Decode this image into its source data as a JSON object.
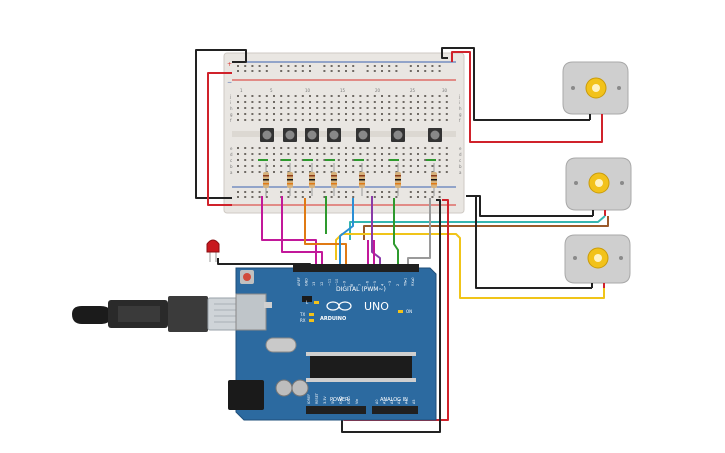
{
  "colors": {
    "background": "#ffffff",
    "breadboard": "#e9e6e2",
    "rail_red": "#d9302b",
    "rail_blue": "#3b62b0",
    "arduino_board": "#2c6aa0",
    "arduino_dark": "#1f4f7a",
    "header_black": "#202020",
    "motor_body": "#cfcfcf",
    "motor_gear": "#f2c21b",
    "wire_black": "#222222",
    "wire_red": "#d0222b",
    "wire_magenta": "#c2189a",
    "wire_orange": "#e07a14",
    "wire_green": "#2e9a2e",
    "wire_blue": "#2a8fd6",
    "wire_cyan": "#36b6b0",
    "wire_brown": "#9a5a2a",
    "wire_yellow": "#f0c419",
    "wire_purple": "#8a3aa8",
    "wire_gray": "#9a9a9a",
    "led_red": "#c8181e",
    "button_gray": "#888888"
  },
  "breadboard": {
    "column_numbers": [
      "1",
      "5",
      "10",
      "15",
      "20",
      "25",
      "30"
    ],
    "row_letters_top": [
      "j",
      "i",
      "h",
      "g",
      "f"
    ],
    "row_letters_bottom": [
      "e",
      "d",
      "c",
      "b",
      "a"
    ],
    "rail_signs": [
      "+",
      "−"
    ]
  },
  "arduino": {
    "brand": "ARDUINO",
    "model": "UNO",
    "digital_label": "DIGITAL (PWM~)",
    "power_label": "POWER",
    "analog_label": "ANALOG IN",
    "on_label": "ON",
    "tx_label": "TX",
    "rx_label": "RX",
    "l_label": "L",
    "top_pin_labels": [
      "AREF",
      "GND",
      "13",
      "12",
      "~11",
      "~10",
      "~9",
      "8",
      "7",
      "~6",
      "~5",
      "4",
      "~3",
      "2",
      "TX▸1",
      "RX◂0"
    ],
    "power_pin_labels": [
      "IOREF",
      "RESET",
      "3.3V",
      "5V",
      "GND",
      "GND",
      "Vin"
    ],
    "analog_pin_labels": [
      "A0",
      "A1",
      "A2",
      "A3",
      "A4",
      "A5"
    ]
  },
  "components": {
    "motor_count": 3,
    "pushbutton_count": 7,
    "resistor_count": 7,
    "led_count": 1
  }
}
